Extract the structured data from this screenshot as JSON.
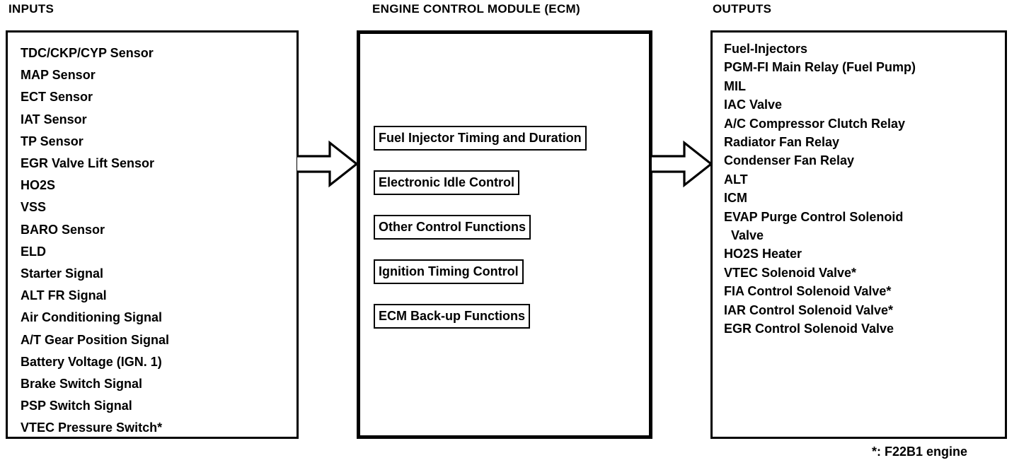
{
  "diagram": {
    "inputs": {
      "caption": "INPUTS",
      "items": [
        "TDC/CKP/CYP Sensor",
        "MAP Sensor",
        "ECT Sensor",
        "IAT Sensor",
        "TP Sensor",
        "EGR Valve Lift Sensor",
        "HO2S",
        "VSS",
        "BARO Sensor",
        "ELD",
        "Starter Signal",
        "ALT FR Signal",
        "Air Conditioning Signal",
        "A/T Gear Position Signal",
        "Battery Voltage (IGN. 1)",
        "Brake Switch Signal",
        "PSP Switch Signal",
        "VTEC Pressure Switch*"
      ]
    },
    "ecm": {
      "caption": "ENGINE CONTROL MODULE (ECM)",
      "functions": [
        "Fuel Injector Timing and Duration",
        "Electronic Idle Control",
        "Other Control Functions",
        "Ignition Timing Control",
        "ECM Back-up Functions"
      ]
    },
    "outputs": {
      "caption": "OUTPUTS",
      "items": [
        "Fuel-Injectors",
        "PGM-FI Main Relay (Fuel Pump)",
        "MIL",
        "IAC Valve",
        "A/C Compressor Clutch Relay",
        "Radiator Fan Relay",
        "Condenser Fan Relay",
        "ALT",
        "ICM",
        "EVAP Purge Control Solenoid",
        "  Valve",
        "HO2S Heater",
        "VTEC Solenoid Valve*",
        "FIA Control Solenoid Valve*",
        "IAR Control Solenoid Valve*",
        "EGR Control Solenoid Valve"
      ]
    },
    "arrows": [
      {
        "name": "inputs-to-ecm",
        "direction": "right"
      },
      {
        "name": "ecm-to-outputs",
        "direction": "right"
      }
    ],
    "footnote": "*: F22B1 engine",
    "colors": {
      "ink": "#000000",
      "paper": "#ffffff"
    }
  }
}
